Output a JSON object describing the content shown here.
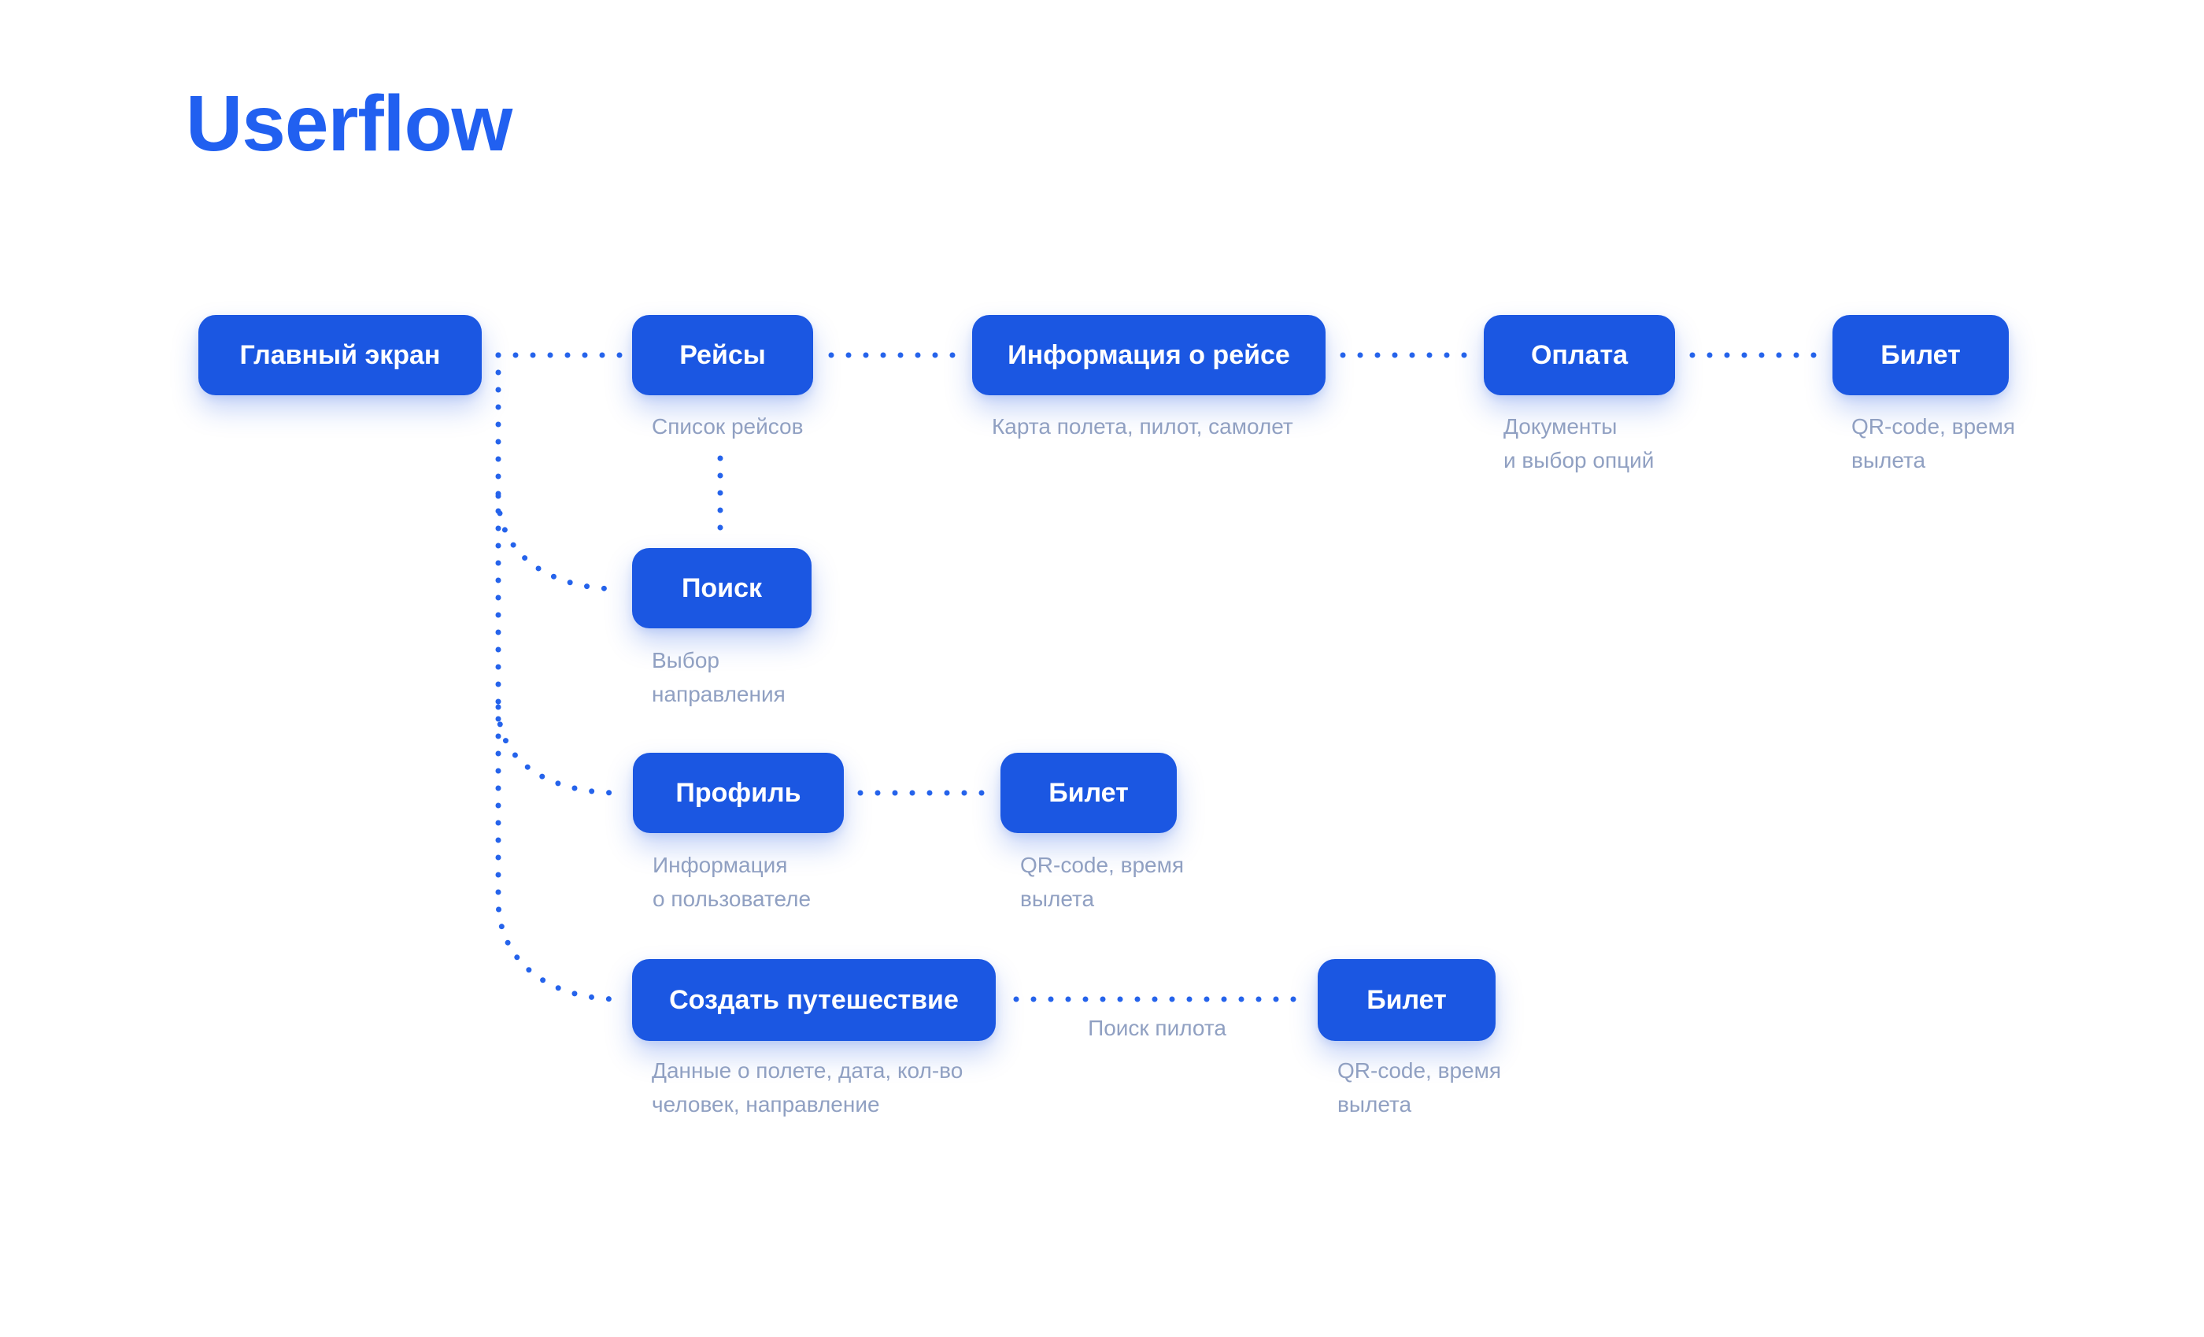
{
  "page": {
    "title_label": "Userflow"
  },
  "colors": {
    "background": "#ffffff",
    "title": "#2160f0",
    "node_fill": "#1b57e2",
    "node_text": "#ffffff",
    "dotted_line": "#2563eb",
    "caption_text": "#90a0c2"
  },
  "nodes": [
    {
      "id": "main-screen",
      "label": "Главный экран"
    },
    {
      "id": "flights",
      "label": "Рейсы",
      "caption": "Список рейсов"
    },
    {
      "id": "flight-info",
      "label": "Информация о рейсе",
      "caption": "Карта полета, пилот, самолет"
    },
    {
      "id": "payment",
      "label": "Оплата",
      "caption": "Документы\nи выбор опций"
    },
    {
      "id": "ticket-1",
      "label": "Билет",
      "caption": "QR-code, время\nвылета"
    },
    {
      "id": "search",
      "label": "Поиск",
      "caption": "Выбор\nнаправления"
    },
    {
      "id": "profile",
      "label": "Профиль",
      "caption": "Информация\nо пользователе"
    },
    {
      "id": "ticket-2",
      "label": "Билет",
      "caption": "QR-code, время\nвылета"
    },
    {
      "id": "create-trip",
      "label": "Создать путешествие",
      "caption": "Данные о полете, дата, кол-во\nчеловек, направление"
    },
    {
      "id": "ticket-3",
      "label": "Билет",
      "caption": "QR-code, время\nвылета"
    }
  ],
  "connector_label": "Поиск пилота"
}
